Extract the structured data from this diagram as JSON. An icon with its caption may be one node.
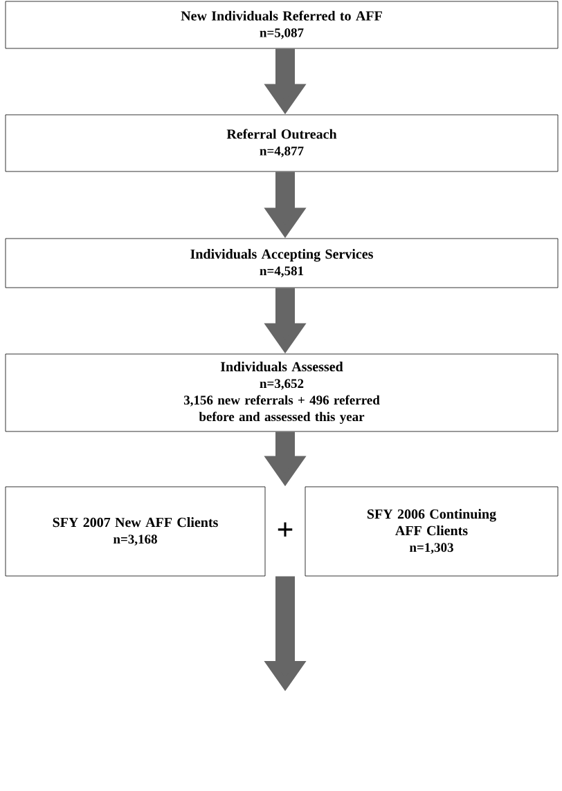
{
  "diagram": {
    "nodes": [
      {
        "text": [
          "New Individuals Referred to AFF",
          "n=5,087"
        ]
      },
      {
        "text": [
          "Referral Outreach",
          "n=4,877"
        ]
      },
      {
        "text": [
          "Individuals Accepting Services",
          "n=4,581"
        ]
      },
      {
        "text": [
          "Individuals Assessed",
          "n=3,652",
          "3,156 new referrals + 496 referred before and assessed this year"
        ]
      },
      {
        "text": [
          "SFY 2007 New AFF Clients",
          "n=3,168"
        ]
      },
      {
        "text": [
          "SFY 2006 Continuing AFF Clients",
          "n=1,303"
        ]
      }
    ],
    "edges": [
      {
        "from": 0,
        "to": 1,
        "arrow": "to"
      },
      {
        "from": 1,
        "to": 2,
        "arrow": "to"
      },
      {
        "from": 2,
        "to": 3,
        "arrow": "to"
      },
      {
        "from": 3,
        "to": 4,
        "arrow": "to"
      },
      {
        "from": 3,
        "to": 5,
        "arrow": "to"
      },
      {
        "from": 4,
        "to": null,
        "arrow": "to"
      },
      {
        "from": 5,
        "to": null,
        "arrow": "to"
      }
    ],
    "labels": [
      "+"
    ]
  }
}
